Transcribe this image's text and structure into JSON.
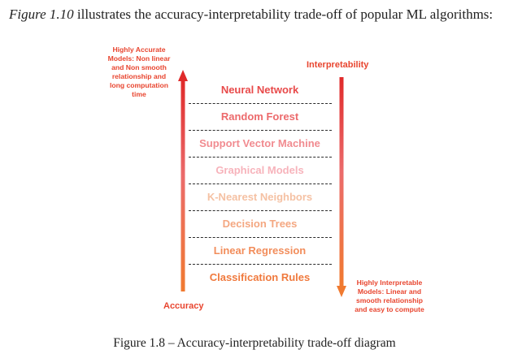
{
  "intro": {
    "ref": "Figure 1.10",
    "text": " illustrates the accuracy-interpretability trade-off of popular ML algorithms:"
  },
  "top_left_note": [
    "Highly Accurate",
    "Models: Non linear",
    "and Non smooth",
    "relationship and",
    "long computation",
    "time"
  ],
  "interpretability_label": "Interpretability",
  "accuracy_label": "Accuracy",
  "bottom_right_note": [
    "Highly Interpretable",
    "Models: Linear and",
    "smooth relationship",
    "and easy to compute"
  ],
  "colors": {
    "accuracy_arrow": "#e03030",
    "interpretability_arrow": "#f07a30",
    "label_red": "#e8452f"
  },
  "bands": [
    {
      "label": "Neural Network",
      "color": "#e84a4a"
    },
    {
      "label": "Random Forest",
      "color": "#ec6a6c"
    },
    {
      "label": "Support Vector Machine",
      "color": "#f18b90"
    },
    {
      "label": "Graphical Models",
      "color": "#f7b3bb"
    },
    {
      "label": "K-Nearest Neighbors",
      "color": "#f5c1a3"
    },
    {
      "label": "Decision Trees",
      "color": "#f4a781"
    },
    {
      "label": "Linear Regression",
      "color": "#f28d5b"
    },
    {
      "label": "Classification Rules",
      "color": "#f07a3e"
    }
  ],
  "caption": "Figure 1.8 – Accuracy-interpretability trade-off diagram"
}
